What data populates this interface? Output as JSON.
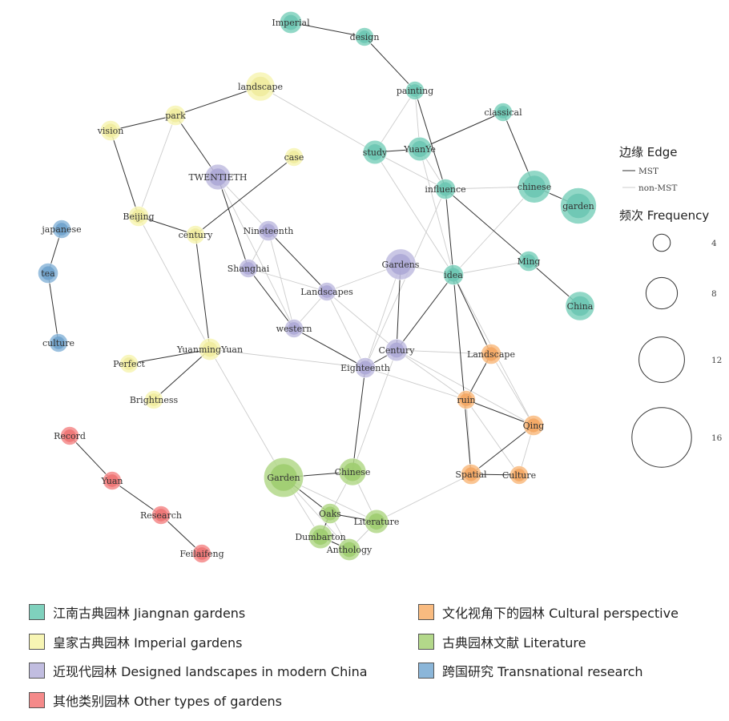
{
  "categories": [
    {
      "id": "jiangnan",
      "label": "江南古典园林  Jiangnan gardens",
      "fill": "#7fd1bd",
      "inner": "#6dc7b2"
    },
    {
      "id": "imperial",
      "label": "皇家古典园林  Imperial gardens",
      "fill": "#f7f5b4",
      "inner": "#efec9e"
    },
    {
      "id": "modern",
      "label": "近现代园林  Designed landscapes in modern China",
      "fill": "#c1bde0",
      "inner": "#ada8d6"
    },
    {
      "id": "other",
      "label": "其他类别园林  Other types of gardens",
      "fill": "#f58a8a",
      "inner": "#ee7474"
    },
    {
      "id": "cultural",
      "label": "文化视角下的园林  Cultural perspective",
      "fill": "#f9bb80",
      "inner": "#f4a663"
    },
    {
      "id": "literature",
      "label": "古典园林文献  Literature",
      "fill": "#b3d88a",
      "inner": "#9fcd70"
    },
    {
      "id": "transnational",
      "label": "跨国研究  Transnational research",
      "fill": "#8bb6d9",
      "inner": "#6fa2cc"
    }
  ],
  "edge_legend": {
    "title": "边缘  Edge",
    "mst_label": "MST",
    "nonmst_label": "non-MST",
    "mst_color": "#333333",
    "nonmst_color": "#cccccc"
  },
  "frequency_legend": {
    "title": "频次  Frequency",
    "values": [
      4,
      8,
      12,
      16
    ]
  },
  "nodes": [
    {
      "id": "Imperial",
      "label": "Imperial",
      "cat": "jiangnan",
      "freq": 3.5
    },
    {
      "id": "design",
      "label": "design",
      "cat": "jiangnan",
      "freq": 2.5
    },
    {
      "id": "painting",
      "label": "painting",
      "cat": "jiangnan",
      "freq": 2.5
    },
    {
      "id": "classical",
      "label": "classical",
      "cat": "jiangnan",
      "freq": 2.5
    },
    {
      "id": "study",
      "label": "study",
      "cat": "jiangnan",
      "freq": 4
    },
    {
      "id": "YuanYe",
      "label": "YuanYe",
      "cat": "jiangnan",
      "freq": 4
    },
    {
      "id": "influence",
      "label": "influence",
      "cat": "jiangnan",
      "freq": 3
    },
    {
      "id": "chinese",
      "label": "chinese",
      "cat": "jiangnan",
      "freq": 6.5
    },
    {
      "id": "garden",
      "label": "garden",
      "cat": "jiangnan",
      "freq": 7.5
    },
    {
      "id": "Ming",
      "label": "Ming",
      "cat": "jiangnan",
      "freq": 3
    },
    {
      "id": "China",
      "label": "China",
      "cat": "jiangnan",
      "freq": 5.5
    },
    {
      "id": "idea",
      "label": "idea",
      "cat": "jiangnan",
      "freq": 3
    },
    {
      "id": "landscape",
      "label": "landscape",
      "cat": "imperial",
      "freq": 5.5
    },
    {
      "id": "park",
      "label": "park",
      "cat": "imperial",
      "freq": 3
    },
    {
      "id": "vision",
      "label": "vision",
      "cat": "imperial",
      "freq": 3
    },
    {
      "id": "case",
      "label": "case",
      "cat": "imperial",
      "freq": 2.5
    },
    {
      "id": "Beijing",
      "label": "Beijing",
      "cat": "imperial",
      "freq": 3
    },
    {
      "id": "century",
      "label": "century",
      "cat": "imperial",
      "freq": 2.5
    },
    {
      "id": "YuanmingYuan",
      "label": "YuanmingYuan",
      "cat": "imperial",
      "freq": 3.5
    },
    {
      "id": "Perfect",
      "label": "Perfect",
      "cat": "imperial",
      "freq": 2.5
    },
    {
      "id": "Brightness",
      "label": "Brightness",
      "cat": "imperial",
      "freq": 2.5
    },
    {
      "id": "TWENTIETH",
      "label": "TWENTIETH",
      "cat": "modern",
      "freq": 4.5
    },
    {
      "id": "Nineteenth",
      "label": "Nineteenth",
      "cat": "modern",
      "freq": 3
    },
    {
      "id": "Shanghai",
      "label": "Shanghai",
      "cat": "modern",
      "freq": 2.5
    },
    {
      "id": "Gardens",
      "label": "Gardens",
      "cat": "modern",
      "freq": 6
    },
    {
      "id": "Landscapes",
      "label": "Landscapes",
      "cat": "modern",
      "freq": 2.5
    },
    {
      "id": "western",
      "label": "western",
      "cat": "modern",
      "freq": 2.5
    },
    {
      "id": "Century",
      "label": "Century",
      "cat": "modern",
      "freq": 3.5
    },
    {
      "id": "Eighteenth",
      "label": "Eighteenth",
      "cat": "modern",
      "freq": 3
    },
    {
      "id": "japanese",
      "label": "japanese",
      "cat": "transnational",
      "freq": 2.5
    },
    {
      "id": "tea",
      "label": "tea",
      "cat": "transnational",
      "freq": 3
    },
    {
      "id": "culture",
      "label": "culture",
      "cat": "transnational",
      "freq": 2.5
    },
    {
      "id": "Record",
      "label": "Record",
      "cat": "other",
      "freq": 2.5
    },
    {
      "id": "Yuan",
      "label": "Yuan",
      "cat": "other",
      "freq": 2.5
    },
    {
      "id": "Research",
      "label": "Research",
      "cat": "other",
      "freq": 2.5
    },
    {
      "id": "Feilaifeng",
      "label": "Feilaifeng",
      "cat": "other",
      "freq": 2.5
    },
    {
      "id": "Landscape",
      "label": "Landscape",
      "cat": "cultural",
      "freq": 3
    },
    {
      "id": "ruin",
      "label": "ruin",
      "cat": "cultural",
      "freq": 2.5
    },
    {
      "id": "Qing",
      "label": "Qing",
      "cat": "cultural",
      "freq": 3
    },
    {
      "id": "Spatial",
      "label": "Spatial",
      "cat": "cultural",
      "freq": 3
    },
    {
      "id": "Culture",
      "label": "Culture",
      "cat": "cultural",
      "freq": 2.5
    },
    {
      "id": "Garden",
      "label": "Garden",
      "cat": "literature",
      "freq": 8.5
    },
    {
      "id": "Chinese",
      "label": "Chinese",
      "cat": "literature",
      "freq": 5
    },
    {
      "id": "Oaks",
      "label": "Oaks",
      "cat": "literature",
      "freq": 3
    },
    {
      "id": "Literature",
      "label": "Literature",
      "cat": "literature",
      "freq": 4
    },
    {
      "id": "Dumbarton",
      "label": "Dumbarton",
      "cat": "literature",
      "freq": 4
    },
    {
      "id": "Anthology",
      "label": "Anthology",
      "cat": "literature",
      "freq": 3.5
    }
  ],
  "edges_mst": [
    [
      "Imperial",
      "design"
    ],
    [
      "design",
      "painting"
    ],
    [
      "painting",
      "influence"
    ],
    [
      "YuanYe",
      "classical"
    ],
    [
      "classical",
      "chinese"
    ],
    [
      "chinese",
      "garden"
    ],
    [
      "influence",
      "Ming"
    ],
    [
      "Ming",
      "China"
    ],
    [
      "influence",
      "idea"
    ],
    [
      "idea",
      "Century"
    ],
    [
      "idea",
      "Landscape"
    ],
    [
      "idea",
      "Spatial"
    ],
    [
      "Gardens",
      "Century"
    ],
    [
      "Century",
      "Eighteenth"
    ],
    [
      "Eighteenth",
      "western"
    ],
    [
      "western",
      "Shanghai"
    ],
    [
      "Shanghai",
      "TWENTIETH"
    ],
    [
      "TWENTIETH",
      "park"
    ],
    [
      "park",
      "vision"
    ],
    [
      "park",
      "landscape"
    ],
    [
      "vision",
      "Beijing"
    ],
    [
      "Beijing",
      "century"
    ],
    [
      "century",
      "case"
    ],
    [
      "century",
      "YuanmingYuan"
    ],
    [
      "YuanmingYuan",
      "Perfect"
    ],
    [
      "YuanmingYuan",
      "Brightness"
    ],
    [
      "Eighteenth",
      "Chinese"
    ],
    [
      "Chinese",
      "Garden"
    ],
    [
      "Garden",
      "Oaks"
    ],
    [
      "Oaks",
      "Literature"
    ],
    [
      "Oaks",
      "Dumbarton"
    ],
    [
      "Dumbarton",
      "Anthology"
    ],
    [
      "Landscape",
      "ruin"
    ],
    [
      "ruin",
      "Qing"
    ],
    [
      "Qing",
      "Spatial"
    ],
    [
      "Spatial",
      "Culture"
    ],
    [
      "japanese",
      "tea"
    ],
    [
      "tea",
      "culture"
    ],
    [
      "Record",
      "Yuan"
    ],
    [
      "Yuan",
      "Research"
    ],
    [
      "Research",
      "Feilaifeng"
    ],
    [
      "study",
      "YuanYe"
    ],
    [
      "Nineteenth",
      "Landscapes"
    ]
  ],
  "edges_non": [
    [
      "landscape",
      "study"
    ],
    [
      "painting",
      "study"
    ],
    [
      "painting",
      "YuanYe"
    ],
    [
      "YuanYe",
      "influence"
    ],
    [
      "study",
      "influence"
    ],
    [
      "study",
      "idea"
    ],
    [
      "YuanYe",
      "idea"
    ],
    [
      "idea",
      "chinese"
    ],
    [
      "idea",
      "Ming"
    ],
    [
      "idea",
      "Gardens"
    ],
    [
      "Gardens",
      "Landscapes"
    ],
    [
      "Landscapes",
      "Century"
    ],
    [
      "Landscapes",
      "western"
    ],
    [
      "Landscapes",
      "Eighteenth"
    ],
    [
      "Nineteenth",
      "western"
    ],
    [
      "Nineteenth",
      "Shanghai"
    ],
    [
      "TWENTIETH",
      "Nineteenth"
    ],
    [
      "TWENTIETH",
      "western"
    ],
    [
      "park",
      "Beijing"
    ],
    [
      "Beijing",
      "YuanmingYuan"
    ],
    [
      "YuanmingYuan",
      "Eighteenth"
    ],
    [
      "YuanmingYuan",
      "Garden"
    ],
    [
      "Century",
      "ruin"
    ],
    [
      "Century",
      "Landscape"
    ],
    [
      "Century",
      "Chinese"
    ],
    [
      "Eighteenth",
      "ruin"
    ],
    [
      "influence",
      "Eighteenth"
    ],
    [
      "idea",
      "Qing"
    ],
    [
      "Landscape",
      "Qing"
    ],
    [
      "ruin",
      "Culture"
    ],
    [
      "Qing",
      "Culture"
    ],
    [
      "ruin",
      "Spatial"
    ],
    [
      "Literature",
      "Spatial"
    ],
    [
      "Garden",
      "Literature"
    ],
    [
      "Garden",
      "Dumbarton"
    ],
    [
      "Garden",
      "Anthology"
    ],
    [
      "Chinese",
      "Oaks"
    ],
    [
      "Chinese",
      "Literature"
    ],
    [
      "Oaks",
      "Anthology"
    ],
    [
      "Literature",
      "Anthology"
    ],
    [
      "Shanghai",
      "Landscapes"
    ],
    [
      "Gardens",
      "Eighteenth"
    ],
    [
      "influence",
      "chinese"
    ],
    [
      "Century",
      "Qing"
    ]
  ]
}
